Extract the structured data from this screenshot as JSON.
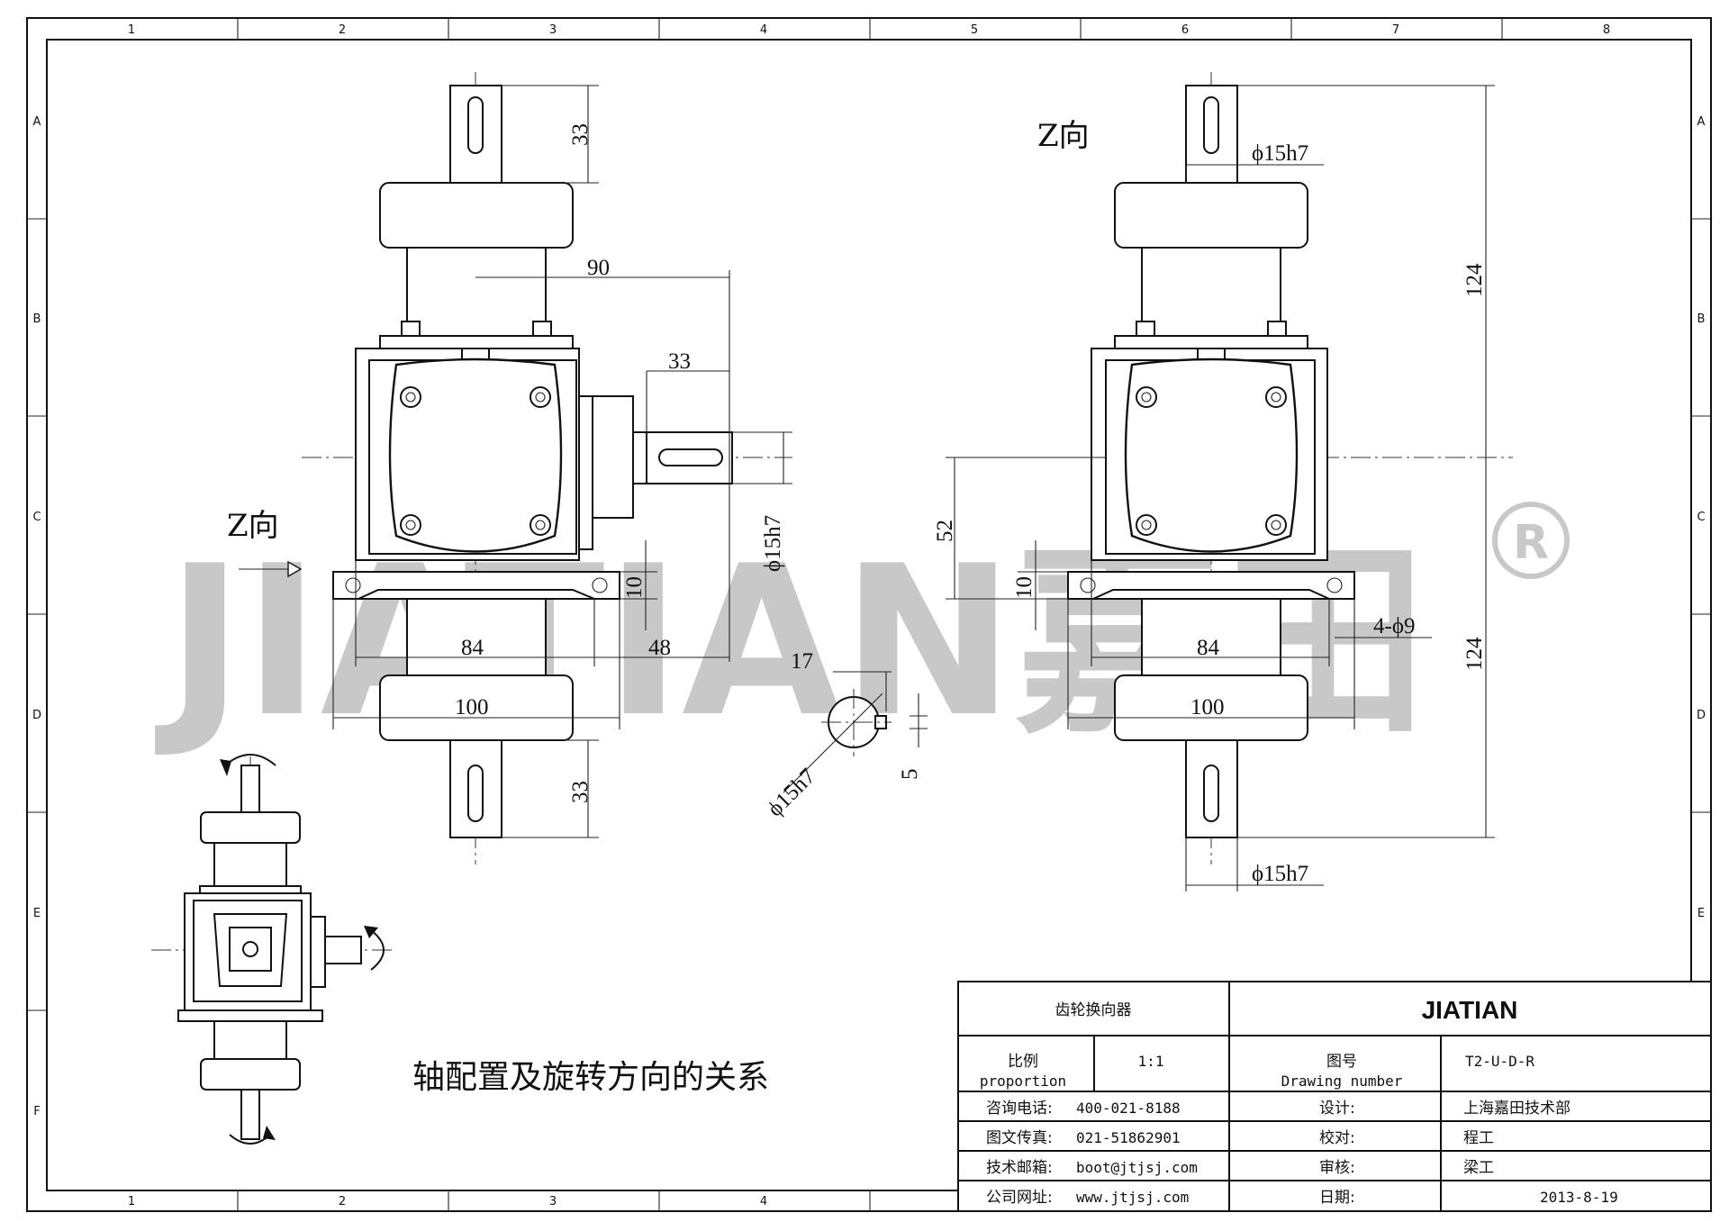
{
  "grid": {
    "columns": [
      "1",
      "2",
      "3",
      "4",
      "5",
      "6",
      "7",
      "8"
    ],
    "rows": [
      "A",
      "B",
      "C",
      "D",
      "E",
      "F"
    ]
  },
  "watermark": {
    "text": "JIATIAN嘉田",
    "mark": "®"
  },
  "views": {
    "z_view_label": "Z向",
    "z_arrow_label": "Z向"
  },
  "dimensions": {
    "left_view": {
      "top_shaft": "33",
      "to_side_shaft": "90",
      "side_shaft": "33",
      "shaft_dia": "ϕ15h7",
      "flange_thk": "10",
      "inner_width": "84",
      "side_offset": "48",
      "flange_width": "100",
      "bottom_shaft": "33"
    },
    "keyway": {
      "key_height": "17",
      "key_width": "5",
      "shaft_dia": "ϕ15h7"
    },
    "right_view": {
      "top_dia": "ϕ15h7",
      "upper_height": "124",
      "lower_height": "124",
      "center_height": "52",
      "flange_thk": "10",
      "holes": "4-ϕ9",
      "inner_width": "84",
      "flange_width": "100",
      "bottom_dia": "ϕ15h7"
    }
  },
  "caption": "轴配置及旋转方向的关系",
  "title_block": {
    "product_name": "齿轮换向器",
    "brand": "JIATIAN",
    "scale_label_cn": "比例",
    "scale_label_en": "proportion",
    "scale_value": "1:1",
    "drawing_no_label_cn": "图号",
    "drawing_no_label_en": "Drawing number",
    "drawing_no_value": "T2-U-D-R",
    "phone_label": "咨询电话:",
    "phone_value": "400-021-8188",
    "fax_label": "图文传真:",
    "fax_value": "021-51862901",
    "email_label": "技术邮箱:",
    "email_value": "boot@jtjsj.com",
    "web_label": "公司网址:",
    "web_value": "www.jtjsj.com",
    "design_label": "设计:",
    "design_value": "上海嘉田技术部",
    "check_label": "校对:",
    "check_value": "程工",
    "review_label": "审核:",
    "review_value": "梁工",
    "date_label": "日期:",
    "date_value": "2013-8-19"
  }
}
